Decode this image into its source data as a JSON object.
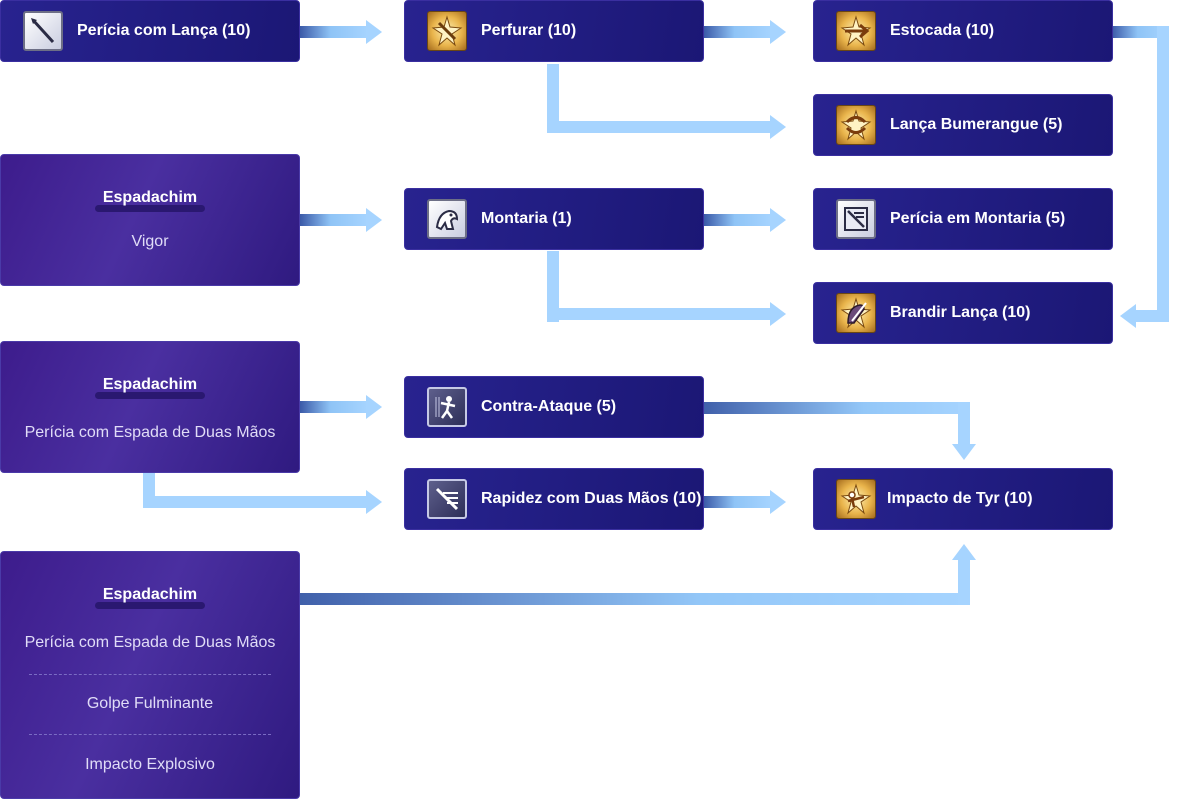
{
  "requirement_boxes": [
    {
      "title": "Espadachim",
      "items": [
        "Vigor"
      ]
    },
    {
      "title": "Espadachim",
      "items": [
        "Perícia com Espada de Duas Mãos"
      ]
    },
    {
      "title": "Espadachim",
      "items": [
        "Perícia com Espada de Duas Mãos",
        "Golpe Fulminante",
        "Impacto Explosivo"
      ]
    }
  ],
  "skills": {
    "pericia_lanca": {
      "label": "Perícia com Lança (10)",
      "icon": "spear-mastery-icon"
    },
    "perfurar": {
      "label": "Perfurar (10)",
      "icon": "pierce-icon"
    },
    "estocada": {
      "label": "Estocada (10)",
      "icon": "spear-stab-icon"
    },
    "lanca_bumerangue": {
      "label": "Lança Bumerangue (5)",
      "icon": "spear-boomerang-icon"
    },
    "montaria": {
      "label": "Montaria (1)",
      "icon": "riding-icon"
    },
    "pericia_montaria": {
      "label": "Perícia em Montaria (5)",
      "icon": "cavalier-mastery-icon"
    },
    "brandir_lanca": {
      "label": "Brandir Lança (10)",
      "icon": "brandish-spear-icon"
    },
    "contra_ataque": {
      "label": "Contra-Ataque (5)",
      "icon": "counter-attack-icon"
    },
    "rapidez_duas_maos": {
      "label": "Rapidez com Duas Mãos (10)",
      "icon": "two-hand-quicken-icon"
    },
    "impacto_tyr": {
      "label": "Impacto de Tyr (10)",
      "icon": "bowling-bash-icon"
    }
  },
  "colors": {
    "skill_box": "#221d82",
    "requirement_box": "#3f2391",
    "arrow": "#9fd0ff",
    "arrow_start": "#3b5aa8"
  }
}
